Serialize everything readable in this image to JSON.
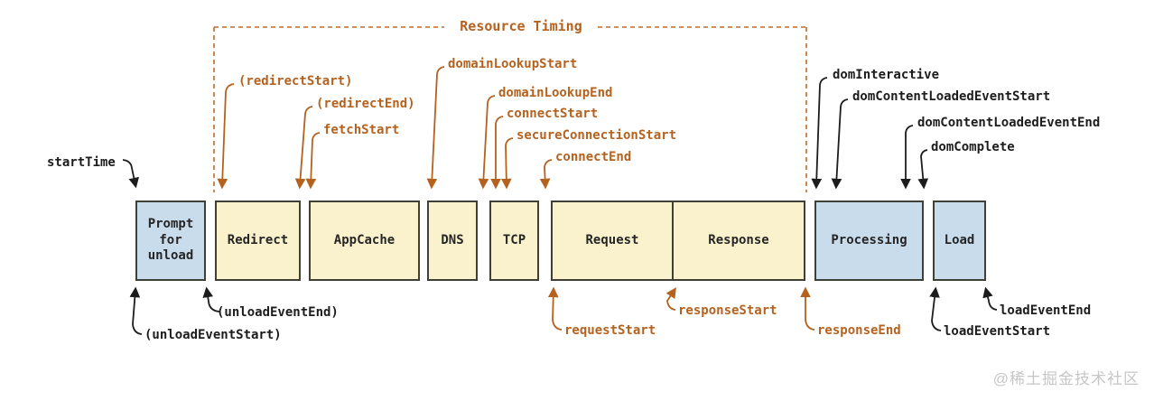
{
  "diagram": {
    "title": "Resource Timing",
    "watermark": "@稀土掘金技术社区",
    "colors": {
      "annotation_orange": "#b5621f",
      "annotation_black": "#1c1c1c",
      "box_fill_yellow": "#faf2cc",
      "box_fill_blue": "#c9dcec",
      "box_border": "#3f3e37",
      "watermark_gray": "#c6c6c6"
    }
  },
  "boxes": {
    "prompt": {
      "label": "Prompt for unload"
    },
    "redirect": {
      "label": "Redirect"
    },
    "appcache": {
      "label": "AppCache"
    },
    "dns": {
      "label": "DNS"
    },
    "tcp": {
      "label": "TCP"
    },
    "request": {
      "label": "Request"
    },
    "response": {
      "label": "Response"
    },
    "processing": {
      "label": "Processing"
    },
    "load": {
      "label": "Load"
    }
  },
  "annotations": {
    "startTime": {
      "text": "startTime"
    },
    "redirectStart": {
      "text": "(redirectStart)"
    },
    "redirectEnd": {
      "text": "(redirectEnd)"
    },
    "fetchStart": {
      "text": "fetchStart"
    },
    "domainLookupStart": {
      "text": "domainLookupStart"
    },
    "domainLookupEnd": {
      "text": "domainLookupEnd"
    },
    "connectStart": {
      "text": "connectStart"
    },
    "secureConnectionStart": {
      "text": "secureConnectionStart"
    },
    "connectEnd": {
      "text": "connectEnd"
    },
    "domInteractive": {
      "text": "domInteractive"
    },
    "domContentLoadedEventStart": {
      "text": "domContentLoadedEventStart"
    },
    "domContentLoadedEventEnd": {
      "text": "domContentLoadedEventEnd"
    },
    "domComplete": {
      "text": "domComplete"
    },
    "unloadEventEnd": {
      "text": "(unloadEventEnd)"
    },
    "unloadEventStart": {
      "text": "(unloadEventStart)"
    },
    "requestStart": {
      "text": "requestStart"
    },
    "responseStart": {
      "text": "responseStart"
    },
    "responseEnd": {
      "text": "responseEnd"
    },
    "loadEventStart": {
      "text": "loadEventStart"
    },
    "loadEventEnd": {
      "text": "loadEventEnd"
    }
  }
}
